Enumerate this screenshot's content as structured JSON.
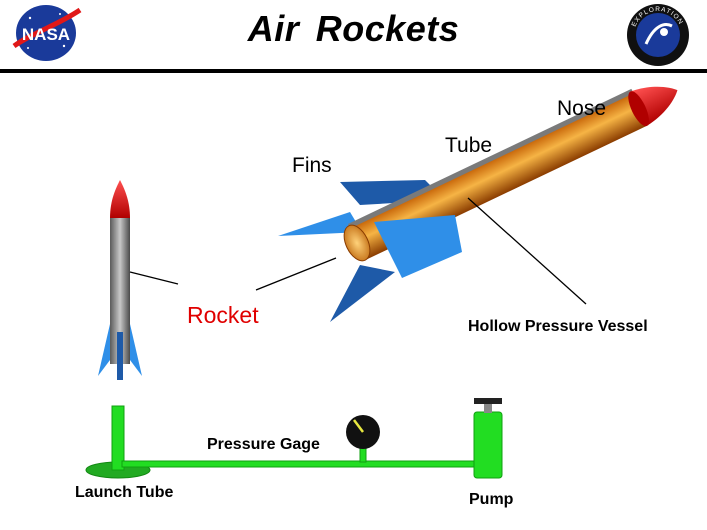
{
  "header": {
    "title": "Air Rockets",
    "left_logo_text": "NASA",
    "right_logo_text": "EXPLORATION"
  },
  "labels": {
    "nose": "Nose",
    "tube": "Tube",
    "fins": "Fins",
    "rocket": "Rocket",
    "hollow_pressure_vessel": "Hollow Pressure Vessel",
    "pressure_gage": "Pressure Gage",
    "launch_tube": "Launch Tube",
    "pump": "Pump"
  },
  "colors": {
    "fin_blue": "#1e5aa8",
    "fin_light_blue": "#2f8fe8",
    "tube_orange": "#e08a1e",
    "tube_gray": "#8a8a8a",
    "nose_red": "#e01010",
    "pipe_green": "#22dd22",
    "label_red": "#e00000",
    "rule_black": "#000000"
  }
}
